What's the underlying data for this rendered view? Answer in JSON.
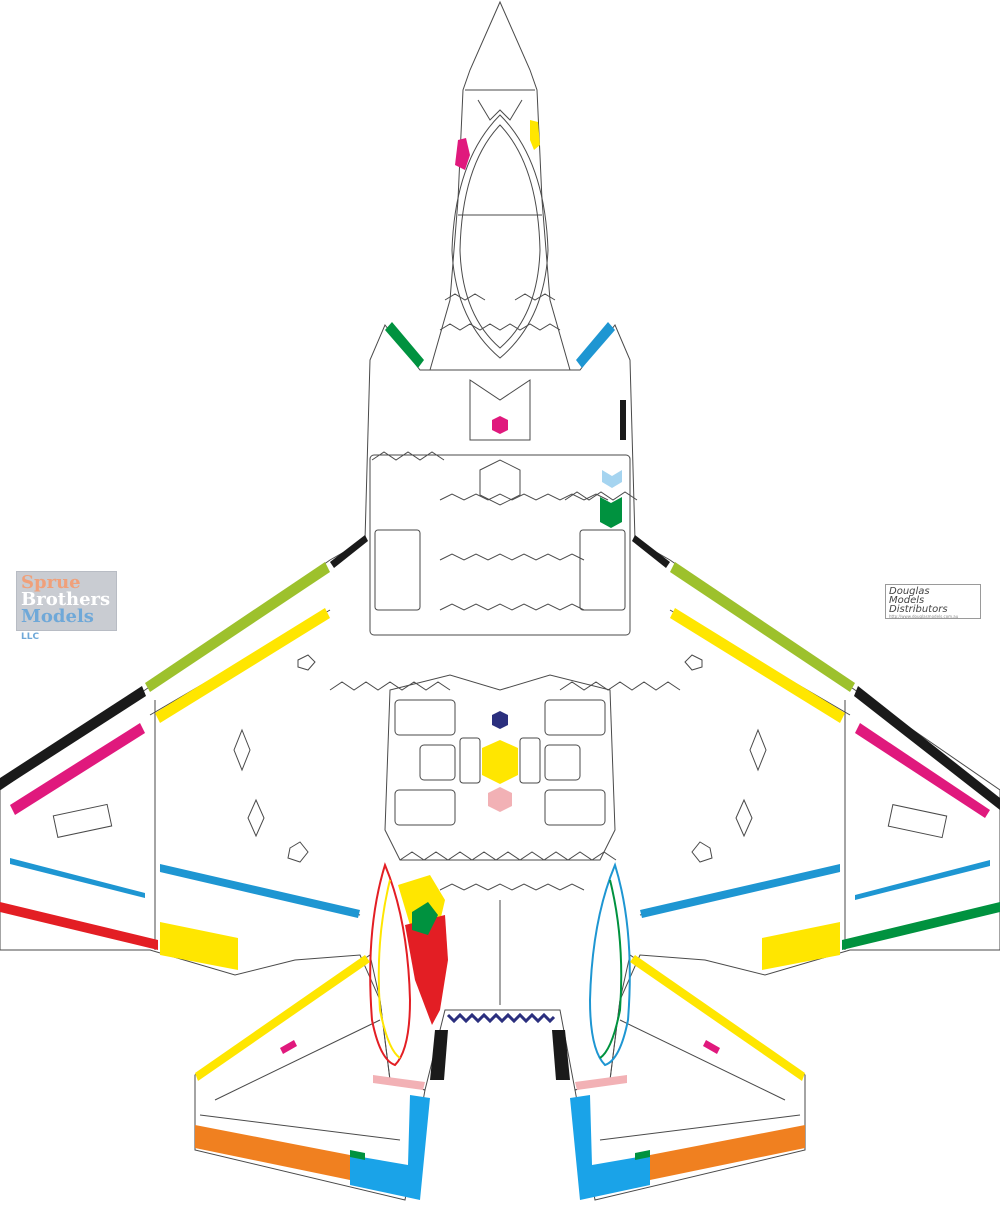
{
  "diagram": {
    "subject": "aircraft masking template",
    "colors": {
      "outline": "#4a4a4a",
      "magenta": "#e0197d",
      "yellow": "#ffe600",
      "green_dark": "#00923f",
      "blue": "#1e96d2",
      "black": "#1a1a1a",
      "olive": "#9dc12c",
      "red": "#e31e24",
      "orange": "#f08020",
      "pink": "#f2b1b5",
      "light_blue": "#a5d4f0",
      "navy": "#2b2f7e",
      "cyan": "#1aa3e8"
    }
  },
  "logos": {
    "left": {
      "line1": "Sprue",
      "line2": "Brothers",
      "line3": "Models",
      "suffix": "LLC"
    },
    "right": {
      "line1": "Douglas",
      "line2": "Models",
      "line3": "Distributors",
      "fine_print": "http://www.douglasmodels.com.au"
    }
  }
}
